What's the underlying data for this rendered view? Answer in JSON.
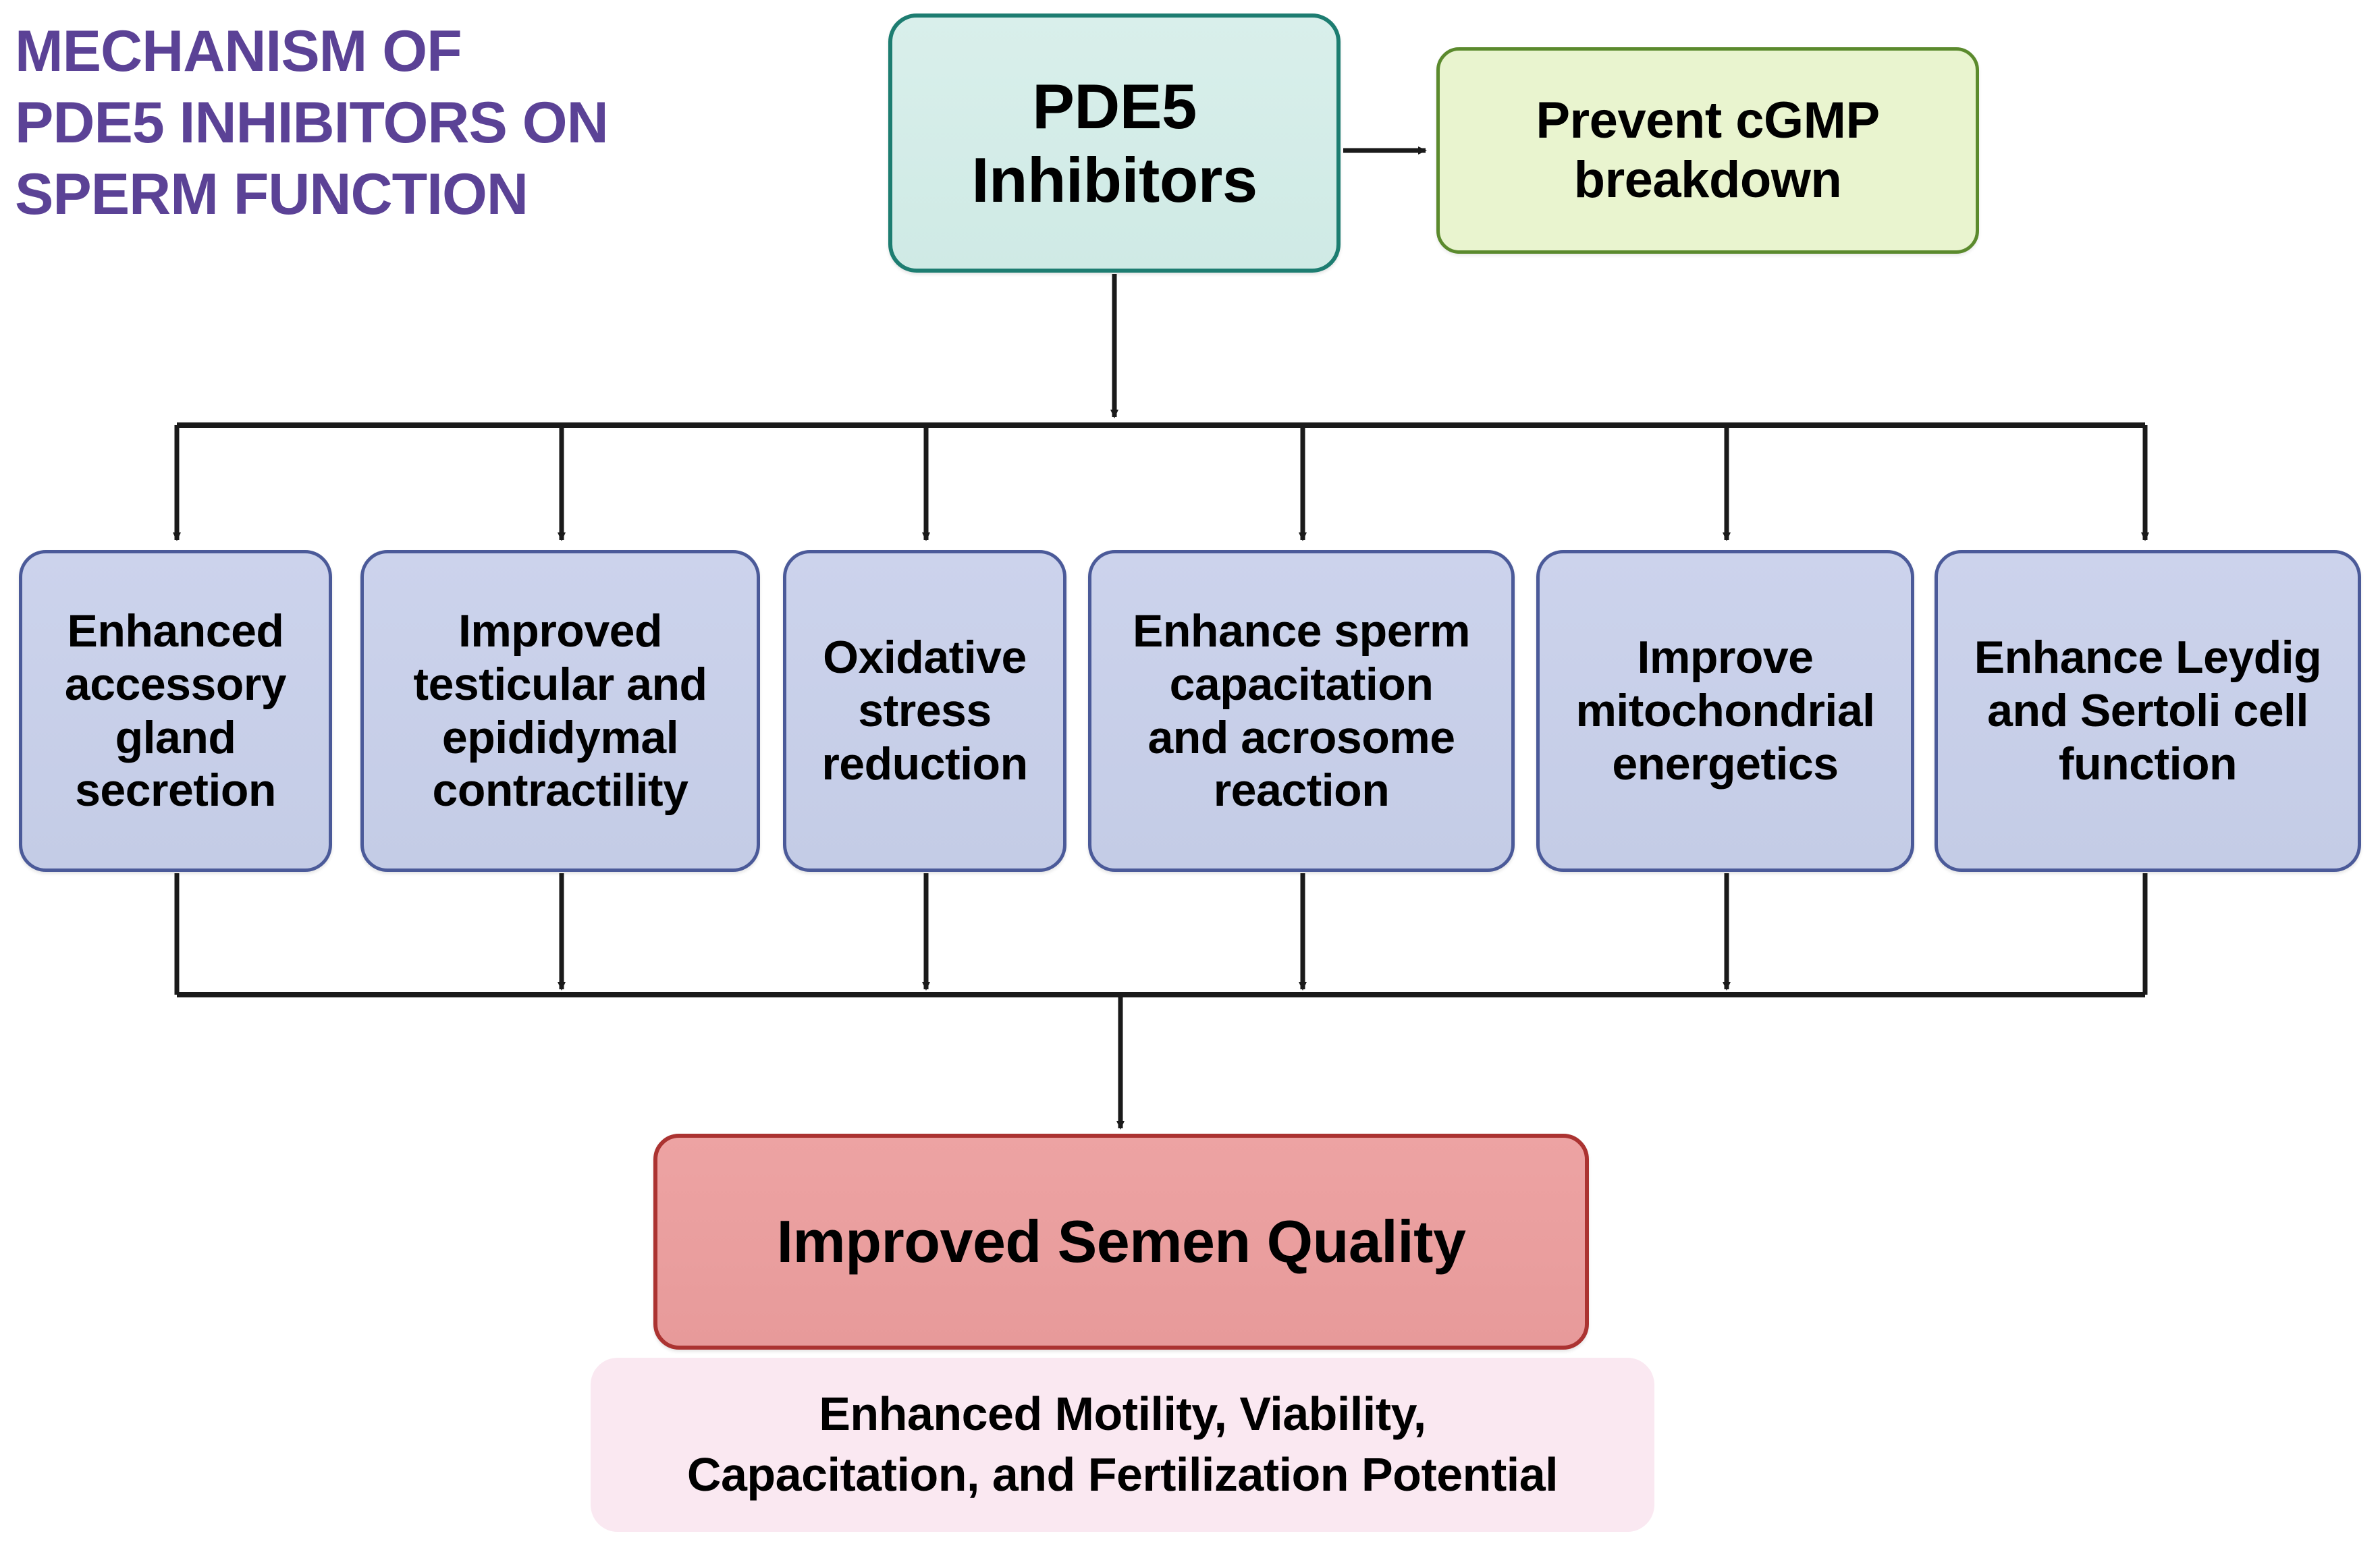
{
  "diagram": {
    "title": "MECHANISM OF\nPDE5 INHIBITORS ON\nSPERM FUNCTION",
    "title_color": "#5b4296",
    "background": "#ffffff"
  },
  "nodes": {
    "source": {
      "label": "PDE5\nInhibitors",
      "fill": "#d4ece8",
      "border": "#1d7d71"
    },
    "side_effect": {
      "label": "Prevent cGMP\nbreakdown",
      "fill": "#e9f4cf",
      "border": "#5b8a2d"
    },
    "mechanisms": [
      {
        "label": "Enhanced\naccessory\ngland\nsecretion"
      },
      {
        "label": "Improved\ntesticular and\nepididymal\ncontractility"
      },
      {
        "label": "Oxidative\nstress\nreduction"
      },
      {
        "label": "Enhance sperm\ncapacitation\nand acrosome\nreaction"
      },
      {
        "label": "Improve\nmitochondrial\nenergetics"
      },
      {
        "label": "Enhance Leydig\nand Sertoli cell\nfunction"
      }
    ],
    "mechanism_style": {
      "fill": "#c7cfe9",
      "border": "#4b5a99"
    },
    "outcome": {
      "label": "Improved Semen Quality",
      "fill": "#e89a9a",
      "border": "#ab3331"
    },
    "outcome_detail": {
      "label": "Enhanced Motility, Viability,\nCapacitation, and Fertilization Potential",
      "fill": "#fae8f1"
    }
  },
  "connectors": {
    "stroke": "#1a1a1a",
    "edges": [
      {
        "name": "pde5-to-cgmp",
        "kind": "arrow-right"
      },
      {
        "name": "pde5-to-mechanism-bus",
        "kind": "arrow-down"
      },
      {
        "name": "mechanism-bus-fanout",
        "kind": "bus-down-6"
      },
      {
        "name": "mechanisms-to-outcome-bus",
        "kind": "bus-up-6"
      },
      {
        "name": "outcome-bus-to-outcome",
        "kind": "arrow-down"
      }
    ]
  }
}
